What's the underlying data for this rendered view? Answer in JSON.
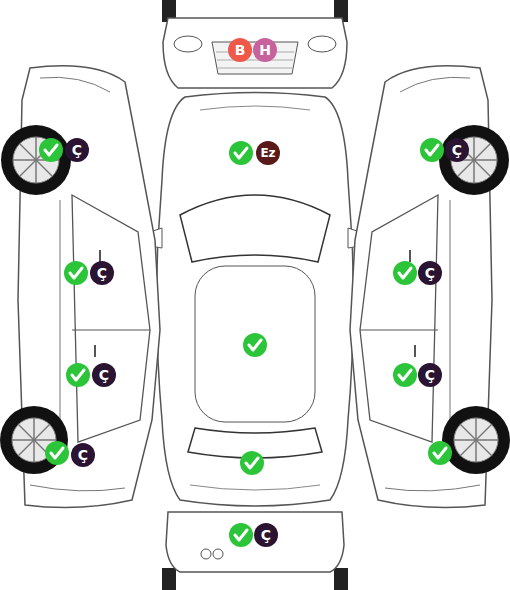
{
  "diagram": {
    "nodes": [
      {
        "text": [
          "B"
        ]
      },
      {
        "text": [
          "H"
        ]
      },
      {
        "text": [
          "Ç"
        ]
      },
      {
        "text": [
          "Ez"
        ]
      },
      {
        "text": [
          "Ç"
        ]
      },
      {
        "text": [
          "Ç"
        ]
      },
      {
        "text": [
          "Ç"
        ]
      },
      {
        "text": [
          "Ç"
        ]
      },
      {
        "text": [
          "Ç"
        ]
      },
      {
        "text": [
          "Ç"
        ]
      },
      {
        "text": [
          "Ç"
        ]
      }
    ]
  }
}
